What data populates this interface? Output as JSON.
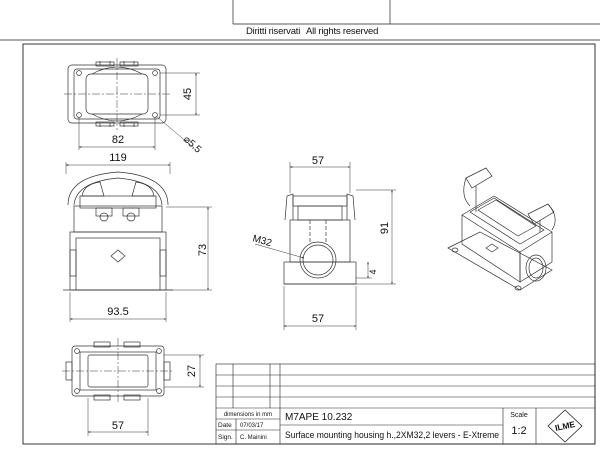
{
  "header": {
    "rights_it": "Diritti riservati",
    "rights_en": "All rights reserved"
  },
  "dims": {
    "top_height": "45",
    "top_width": "82",
    "hole_dia": "⌀5.5",
    "front_overall": "119",
    "front_height": "73",
    "front_base": "93.5",
    "side_top": "57",
    "side_height": "91",
    "thread": "M32",
    "side_offset": "4",
    "side_bottom": "57",
    "bottom_height": "27",
    "bottom_width": "57"
  },
  "title_block": {
    "units": "dimensions in mm",
    "date_label": "Date",
    "date_value": "07/03/17",
    "sign_label": "Sign.",
    "sign_value": "C. Mainini",
    "code": "M7APE 10.232",
    "description": "Surface mounting housing h.,2XM32,2 levers - E-Xtreme",
    "scale_label": "Scale",
    "scale_value": "1:2",
    "logo": "ILME"
  }
}
